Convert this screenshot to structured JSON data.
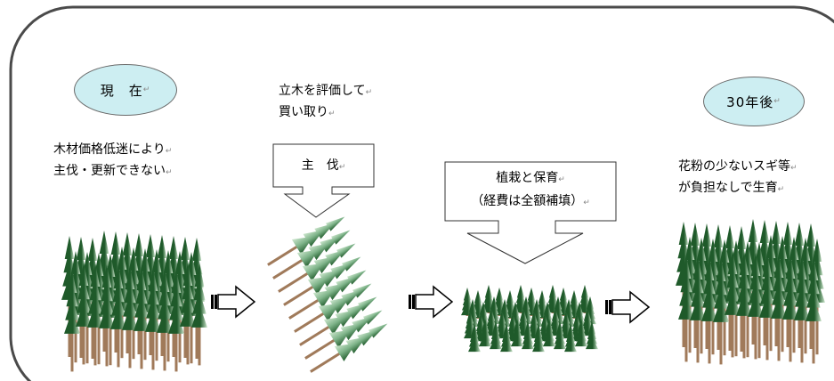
{
  "labels": {
    "current": "現　在",
    "future": "30年後"
  },
  "texts": {
    "left_line1": "木材価格低迷により",
    "left_line2": "主伐・更新できない",
    "mid_line1": "立木を評価して",
    "mid_line2": "買い取り",
    "right_line1": "花粉の少ないスギ等",
    "right_line2": "が負担なしで生育"
  },
  "callouts": {
    "harvest": "主　伐",
    "planting_line1": "植栽と保育",
    "planting_line2": "（経費は全額補填）"
  },
  "paragraph_mark": "↵",
  "colors": {
    "oval_fill": "#cdeef2",
    "tree_dark": "#1f5a2a",
    "tree_light": "#cfe8cf",
    "trunk": "#a07a5a"
  }
}
